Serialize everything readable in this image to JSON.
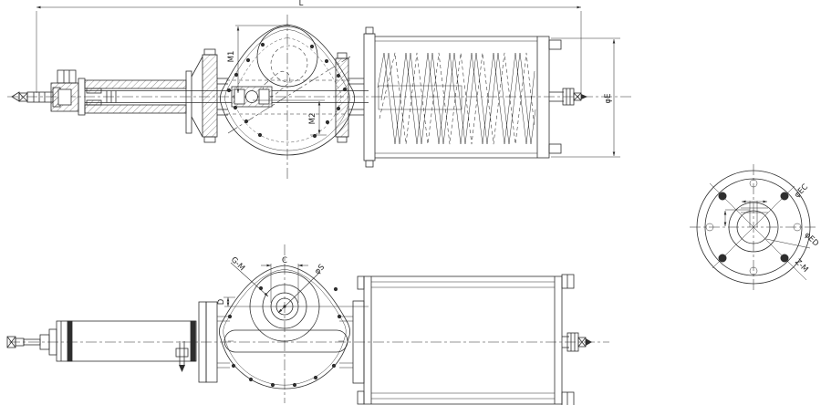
{
  "colors": {
    "background": "#ffffff",
    "line": "#2e2e2e"
  },
  "dims": {
    "overall_length": "L",
    "m1": "M1",
    "m2": "M2",
    "spring_can_dia": "φE",
    "c": "C",
    "d": "D",
    "stem_dia": "φS",
    "yoke_thread": "G-M",
    "bolt_circle_dia": "φEC",
    "flange_dia": "φED",
    "flange_thread": "Z-M"
  }
}
